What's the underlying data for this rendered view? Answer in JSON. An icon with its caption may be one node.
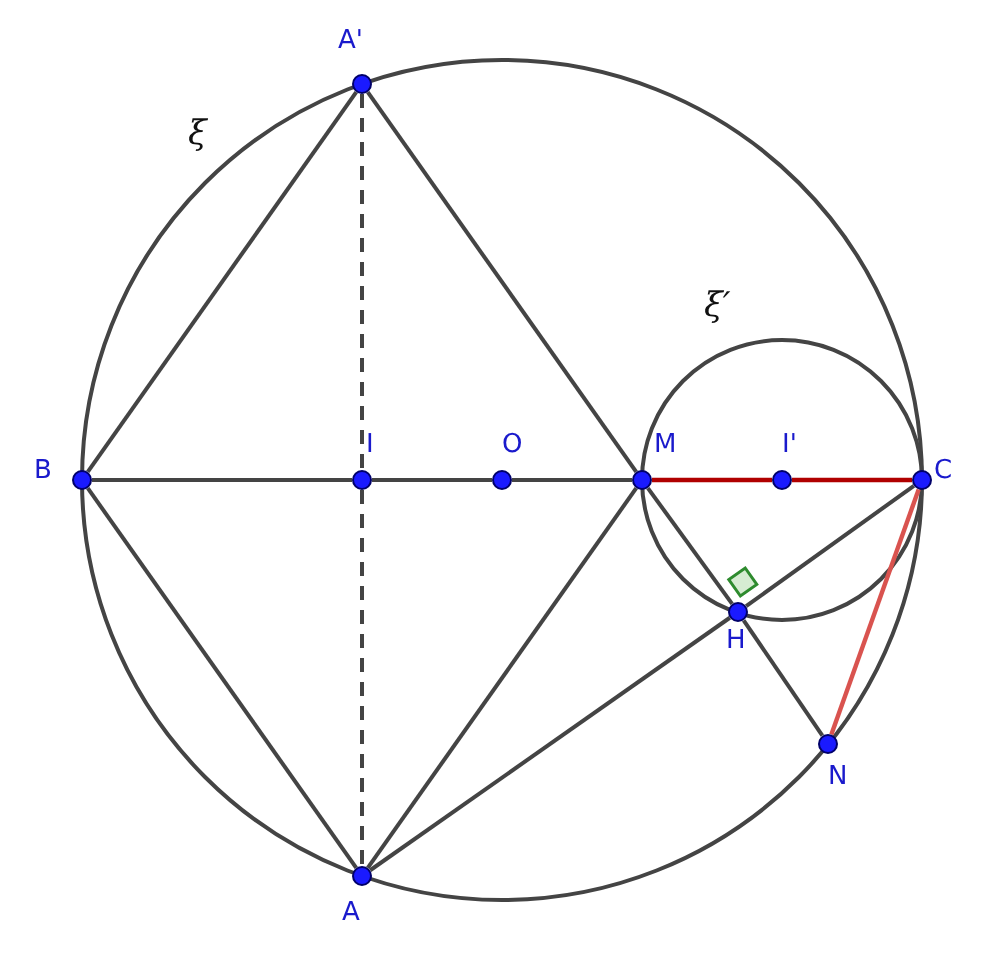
{
  "diagram": {
    "nodes": [
      {
        "text": [
          "A'"
        ]
      },
      {
        "text": [
          "B"
        ]
      },
      {
        "text": [
          "I"
        ]
      },
      {
        "text": [
          "O"
        ]
      },
      {
        "text": [
          "M"
        ]
      },
      {
        "text": [
          "I'"
        ]
      },
      {
        "text": [
          "C"
        ]
      },
      {
        "text": [
          "H"
        ]
      },
      {
        "text": [
          "N"
        ]
      },
      {
        "text": [
          "A"
        ]
      }
    ],
    "edges": [
      {
        "from": 1,
        "to": 0,
        "arrow": "none"
      },
      {
        "from": 0,
        "to": 4,
        "arrow": "none"
      },
      {
        "from": 0,
        "to": 2,
        "arrow": "none",
        "style": "dashed"
      },
      {
        "from": 2,
        "to": 9,
        "arrow": "none",
        "style": "dashed"
      },
      {
        "from": 1,
        "to": 2,
        "arrow": "none"
      },
      {
        "from": 2,
        "to": 3,
        "arrow": "none"
      },
      {
        "from": 3,
        "to": 4,
        "arrow": "none"
      },
      {
        "from": 4,
        "to": 5,
        "arrow": "none",
        "color": "#b00000"
      },
      {
        "from": 5,
        "to": 6,
        "arrow": "none",
        "color": "#b00000"
      },
      {
        "from": 1,
        "to": 9,
        "arrow": "none"
      },
      {
        "from": 9,
        "to": 4,
        "arrow": "none"
      },
      {
        "from": 9,
        "to": 7,
        "arrow": "none"
      },
      {
        "from": 7,
        "to": 6,
        "arrow": "none"
      },
      {
        "from": 4,
        "to": 7,
        "arrow": "none"
      },
      {
        "from": 7,
        "to": 8,
        "arrow": "none"
      },
      {
        "from": 6,
        "to": 8,
        "arrow": "none",
        "color": "#d9534f"
      }
    ],
    "labels": [
      "ξ",
      "ξ′"
    ]
  }
}
